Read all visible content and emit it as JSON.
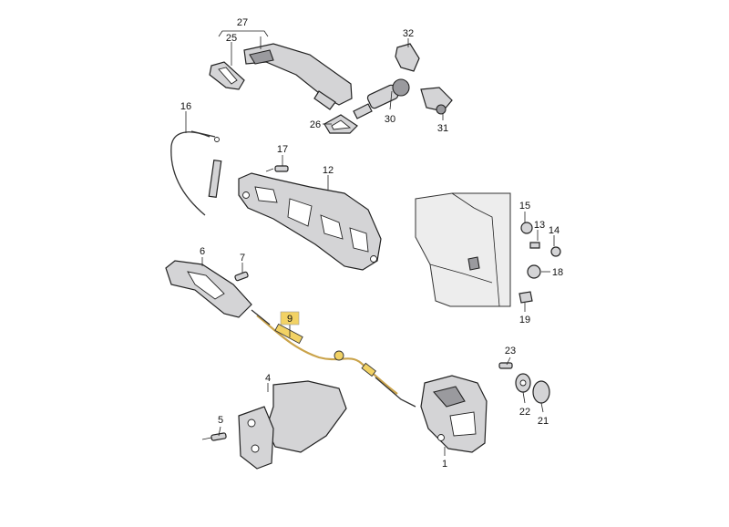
{
  "diagram": {
    "callouts": [
      {
        "id": "c27",
        "text": "27"
      },
      {
        "id": "c25",
        "text": "25"
      },
      {
        "id": "c32",
        "text": "32"
      },
      {
        "id": "c16",
        "text": "16"
      },
      {
        "id": "c26",
        "text": "26"
      },
      {
        "id": "c30",
        "text": "30"
      },
      {
        "id": "c31",
        "text": "31"
      },
      {
        "id": "c17",
        "text": "17"
      },
      {
        "id": "c12",
        "text": "12"
      },
      {
        "id": "c15",
        "text": "15"
      },
      {
        "id": "c13",
        "text": "13"
      },
      {
        "id": "c14",
        "text": "14"
      },
      {
        "id": "c18",
        "text": "18"
      },
      {
        "id": "c19",
        "text": "19"
      },
      {
        "id": "c6",
        "text": "6"
      },
      {
        "id": "c7",
        "text": "7"
      },
      {
        "id": "c9",
        "text": "9"
      },
      {
        "id": "c23",
        "text": "23"
      },
      {
        "id": "c4",
        "text": "4"
      },
      {
        "id": "c5",
        "text": "5"
      },
      {
        "id": "c22",
        "text": "22"
      },
      {
        "id": "c21",
        "text": "21"
      },
      {
        "id": "c1",
        "text": "1"
      }
    ],
    "highlight_color": "#f2d264",
    "highlight_part": "9"
  }
}
